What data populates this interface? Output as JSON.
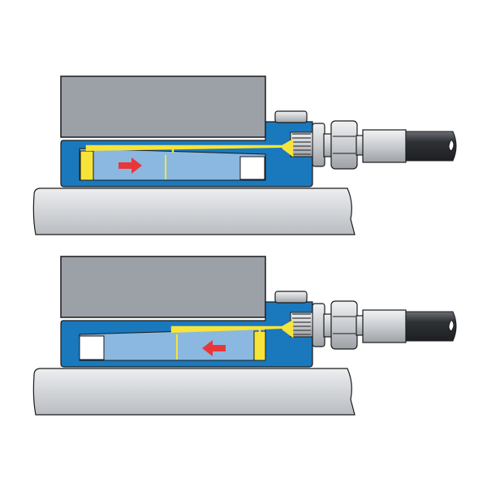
{
  "diagram": {
    "panels": [
      {
        "state": "extended",
        "piston_direction": "right"
      },
      {
        "state": "retracted",
        "piston_direction": "left"
      }
    ],
    "colors": {
      "body_blue": "#1a78bd",
      "cavity_blue": "#8ab8e0",
      "hydraulic_yellow": "#f7e43a",
      "arrow_red": "#e8373a",
      "block_gray": "#9ca1a8",
      "roller_gray": "#d9dbde",
      "hose_dark": "#3d4044",
      "outline": "#1a1a1a"
    }
  }
}
